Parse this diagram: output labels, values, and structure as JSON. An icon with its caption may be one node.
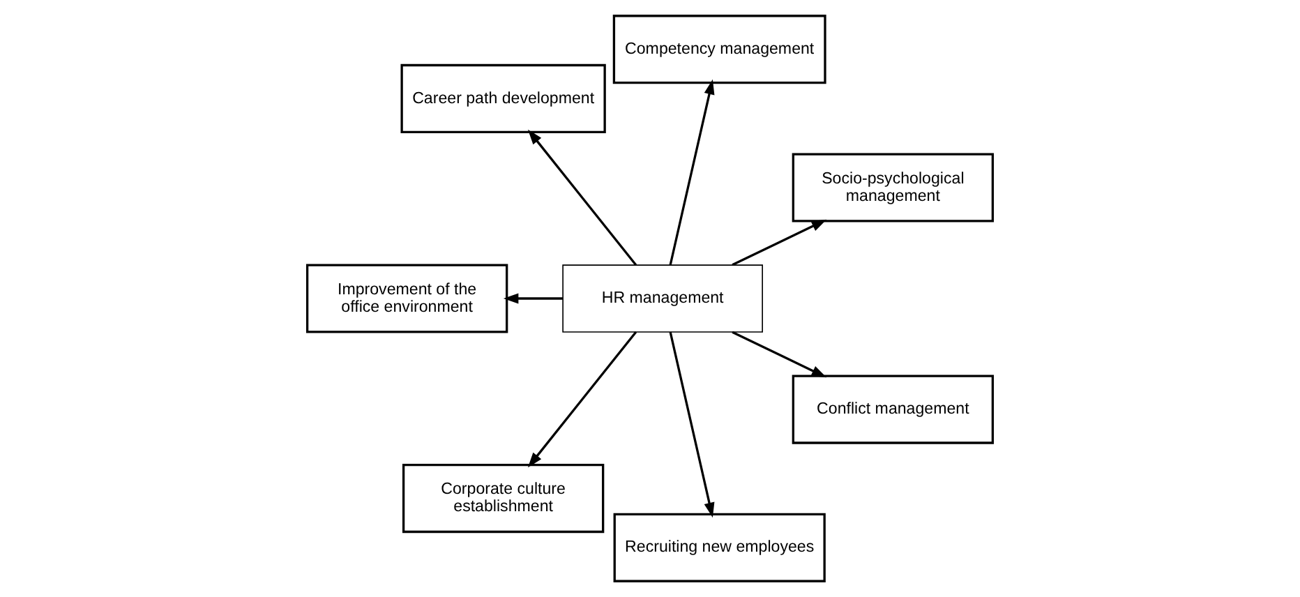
{
  "diagram": {
    "nodes": [
      {
        "text": [
          "HR management"
        ]
      },
      {
        "text": [
          "Socio-psychological management"
        ]
      },
      {
        "text": [
          "Competency management"
        ]
      },
      {
        "text": [
          "Career path development"
        ]
      },
      {
        "text": [
          "Improvement of the office environment"
        ]
      },
      {
        "text": [
          "Corporate culture establishment"
        ]
      },
      {
        "text": [
          "Recruiting new employees"
        ]
      },
      {
        "text": [
          "Conflict management"
        ]
      }
    ],
    "edges": [
      {
        "from": 0,
        "to": 1,
        "arrow": "to"
      },
      {
        "from": 0,
        "to": 2,
        "arrow": "to"
      },
      {
        "from": 0,
        "to": 3,
        "arrow": "to"
      },
      {
        "from": 0,
        "to": 7,
        "arrow": "to"
      },
      {
        "from": 0,
        "to": 4,
        "arrow": "to"
      },
      {
        "from": 0,
        "to": 6,
        "arrow": "to"
      },
      {
        "from": 0,
        "to": 5,
        "arrow": "to"
      }
    ]
  }
}
